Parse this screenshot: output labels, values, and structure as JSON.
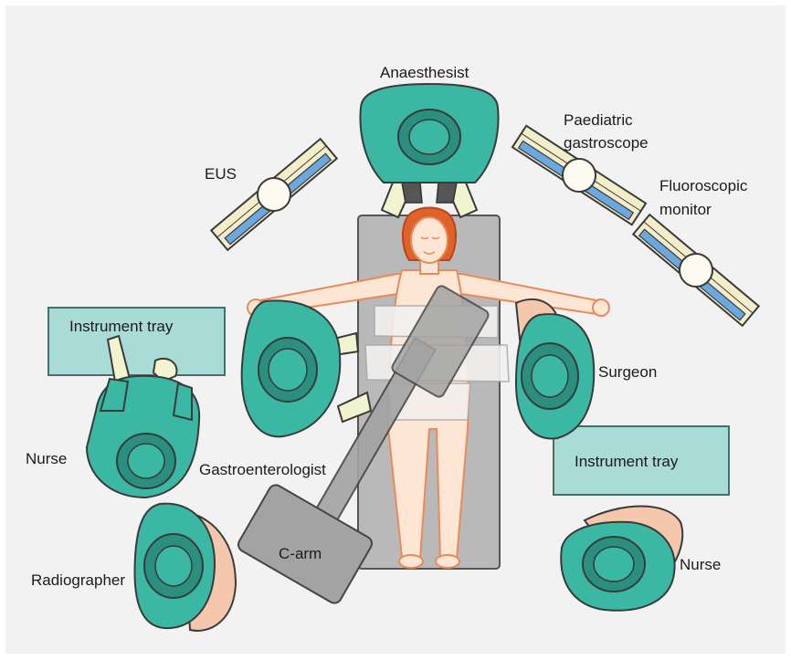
{
  "figure": {
    "background": "#f2f2f2",
    "labels": {
      "anaesthesist": "Anaesthesist",
      "eus": "EUS",
      "paediatric_gastroscope_line1": "Paediatric",
      "paediatric_gastroscope_line2": "gastroscope",
      "fluoroscopic_monitor_line1": "Fluoroscopic",
      "fluoroscopic_monitor_line2": "monitor",
      "instrument_tray_left": "Instrument tray",
      "instrument_tray_right": "Instrument tray",
      "surgeon": "Surgeon",
      "nurse_left": "Nurse",
      "nurse_right": "Nurse",
      "gastroenterologist": "Gastroenterologist",
      "radiographer": "Radiographer",
      "c_arm": "C-arm"
    }
  },
  "colors": {
    "scrubs": "#3bb8a4",
    "scrubs_dark": "#2a8f7f",
    "outline": "#3a3a3a",
    "table": "#b9b9b9",
    "tray": "#a9dbd7",
    "skin": "#fde6d4",
    "skin_outline": "#e98a5b",
    "hair": "#e0622b",
    "glove": "#f1f4cf",
    "sheet": "#f3f0f0",
    "c_arm": "#a3a3a3",
    "monitor_screen": "#6aa8df",
    "monitor_frame": "#f4edc9"
  }
}
